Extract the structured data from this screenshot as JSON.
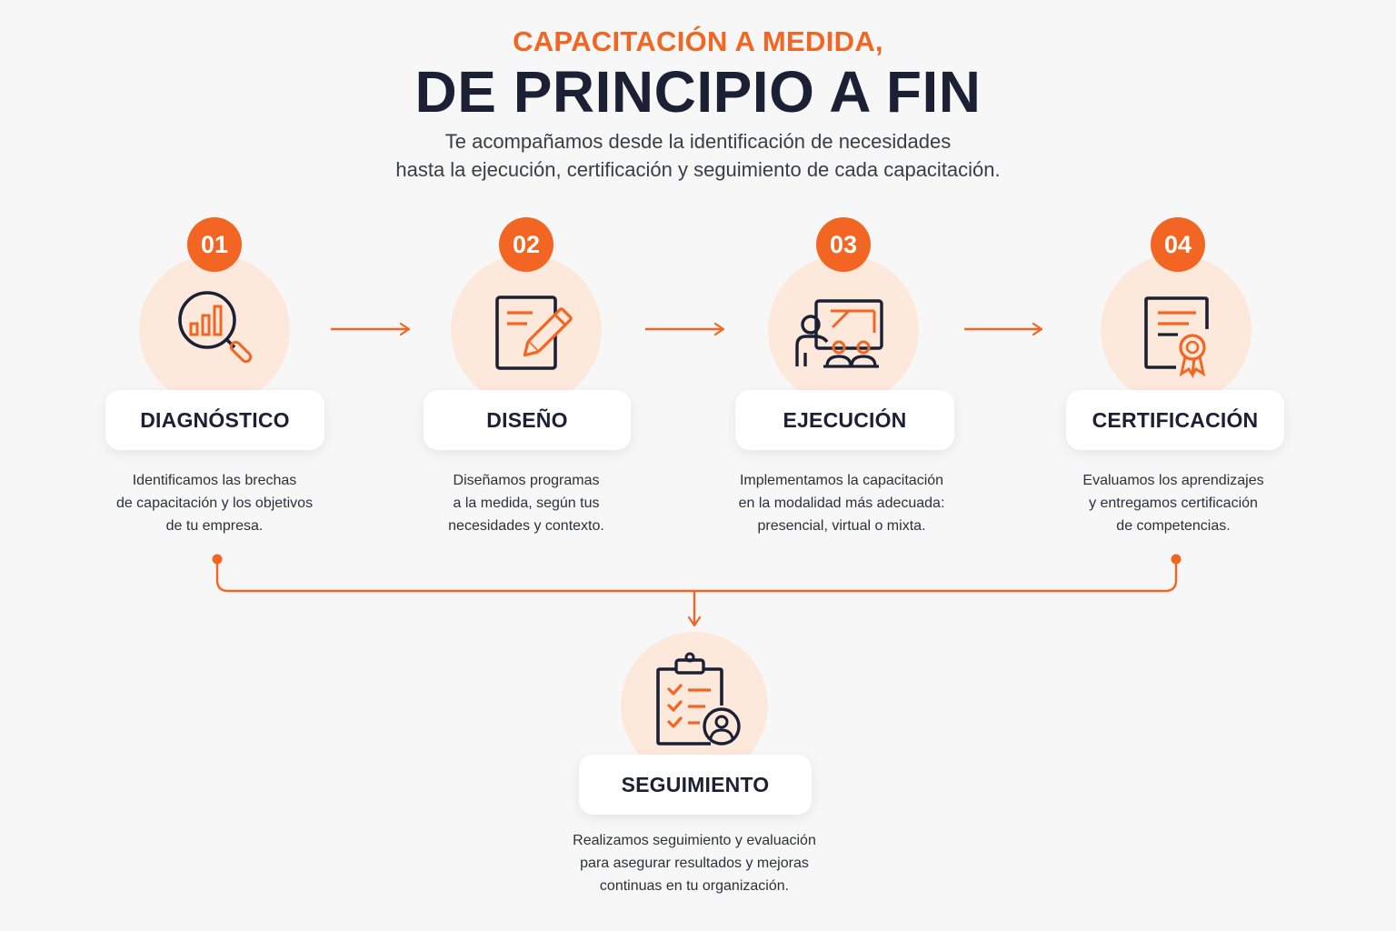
{
  "header": {
    "kicker": "CAPACITACIÓN A MEDIDA,",
    "title": "DE PRINCIPIO A FIN",
    "lead_lines": [
      "Te acompañamos desde la identificación de necesidades",
      "hasta la ejecución, certificación y seguimiento de cada capacitación."
    ]
  },
  "colors": {
    "accent": "#f26522",
    "navy": "#1b2035",
    "circle_fill": "#fde8dc",
    "background": "#f7f7f7"
  },
  "steps": [
    {
      "number": "01",
      "label": "DIAGNÓSTICO",
      "icon": "magnifier-chart-icon",
      "lines": [
        "Identificamos las brechas",
        "de capacitación y los objetivos",
        "de tu empresa."
      ]
    },
    {
      "number": "02",
      "label": "DISEÑO",
      "icon": "document-pencil-icon",
      "lines": [
        "Diseñamos programas",
        "a la medida, según tus",
        "necesidades y contexto."
      ]
    },
    {
      "number": "03",
      "label": "EJECUCIÓN",
      "icon": "presentation-board-icon",
      "lines": [
        "Implementamos la capacitación",
        "en la modalidad más adecuada:",
        "presencial, virtual o mixta."
      ]
    },
    {
      "number": "04",
      "label": "CERTIFICACIÓN",
      "icon": "certificate-icon",
      "lines": [
        "Evaluamos los aprendizajes",
        "y entregamos certificación",
        "de competencias."
      ]
    }
  ],
  "followup": {
    "label": "SEGUIMIENTO",
    "icon": "clipboard-checklist-icon",
    "lines": [
      "Realizamos seguimiento y evaluación",
      "para asegurar resultados y mejoras",
      "continuas en tu organización."
    ]
  }
}
